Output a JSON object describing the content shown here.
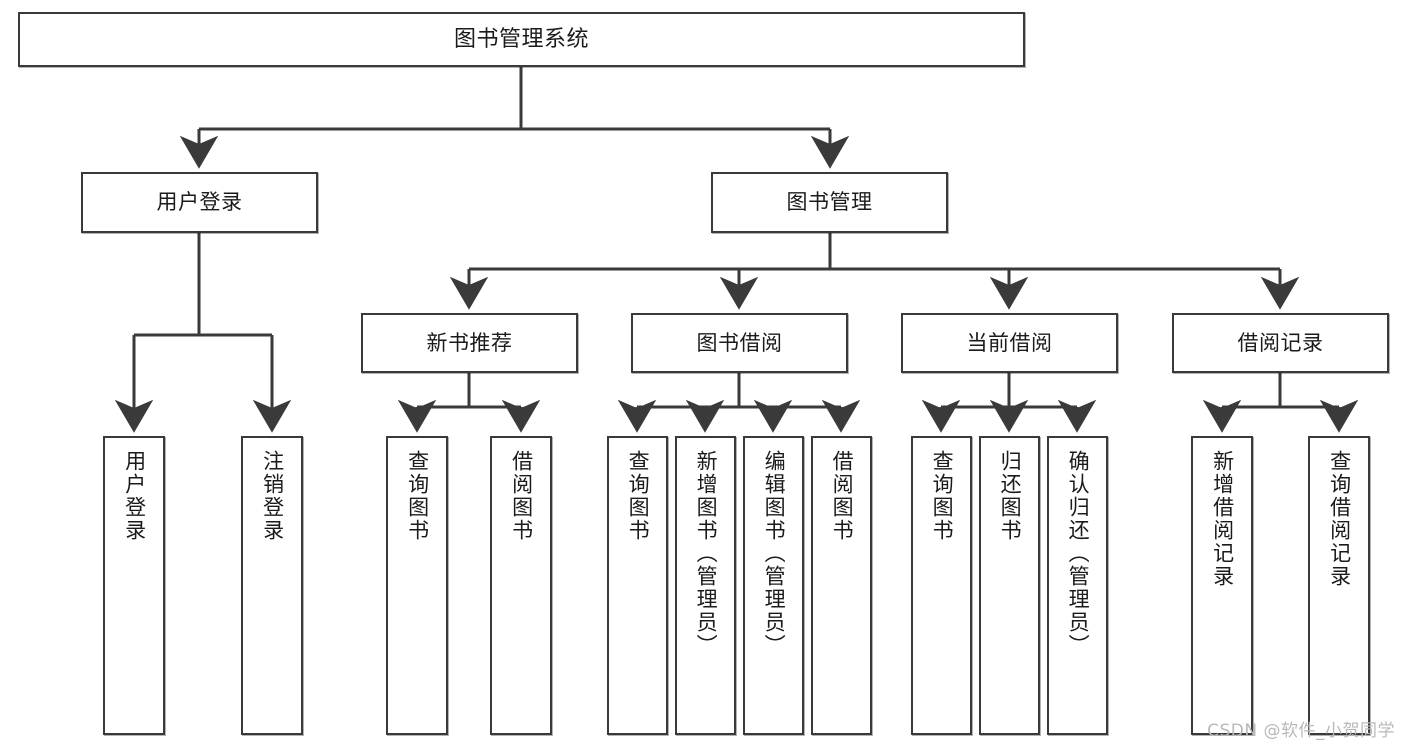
{
  "diagram": {
    "title": "图书管理系统",
    "type": "tree-hierarchy",
    "root": {
      "id": "root",
      "label": "图书管理系统"
    },
    "level2": [
      {
        "id": "user-login",
        "label": "用户登录"
      },
      {
        "id": "book-manage",
        "label": "图书管理"
      }
    ],
    "level3": [
      {
        "id": "new-book-rec",
        "label": "新书推荐",
        "parent": "book-manage"
      },
      {
        "id": "book-borrow",
        "label": "图书借阅",
        "parent": "book-manage"
      },
      {
        "id": "current-borrow",
        "label": "当前借阅",
        "parent": "book-manage"
      },
      {
        "id": "borrow-record",
        "label": "借阅记录",
        "parent": "book-manage"
      }
    ],
    "leaves": [
      {
        "id": "leaf-user-login",
        "label": "用户登录",
        "parent": "user-login"
      },
      {
        "id": "leaf-user-logout",
        "label": "注销登录",
        "parent": "user-login"
      },
      {
        "id": "leaf-rec-query",
        "label": "查询图书",
        "parent": "new-book-rec"
      },
      {
        "id": "leaf-rec-borrow",
        "label": "借阅图书",
        "parent": "new-book-rec"
      },
      {
        "id": "leaf-borrow-query",
        "label": "查询图书",
        "parent": "book-borrow"
      },
      {
        "id": "leaf-borrow-add",
        "label": "新增图书（管理员）",
        "parent": "book-borrow"
      },
      {
        "id": "leaf-borrow-edit",
        "label": "编辑图书（管理员）",
        "parent": "book-borrow"
      },
      {
        "id": "leaf-borrow-do",
        "label": "借阅图书",
        "parent": "book-borrow"
      },
      {
        "id": "leaf-cur-query",
        "label": "查询图书",
        "parent": "current-borrow"
      },
      {
        "id": "leaf-cur-return",
        "label": "归还图书",
        "parent": "current-borrow"
      },
      {
        "id": "leaf-cur-confirm",
        "label": "确认归还（管理员）",
        "parent": "current-borrow"
      },
      {
        "id": "leaf-rec-add",
        "label": "新增借阅记录",
        "parent": "borrow-record"
      },
      {
        "id": "leaf-rec-search",
        "label": "查询借阅记录",
        "parent": "borrow-record"
      }
    ]
  },
  "watermark": {
    "text": "CSDN @软件_小贺同学"
  },
  "colors": {
    "stroke": "#3a3a3a",
    "text": "#1b1b1b",
    "background": "#ffffff",
    "watermark": "#b9b9b9"
  }
}
